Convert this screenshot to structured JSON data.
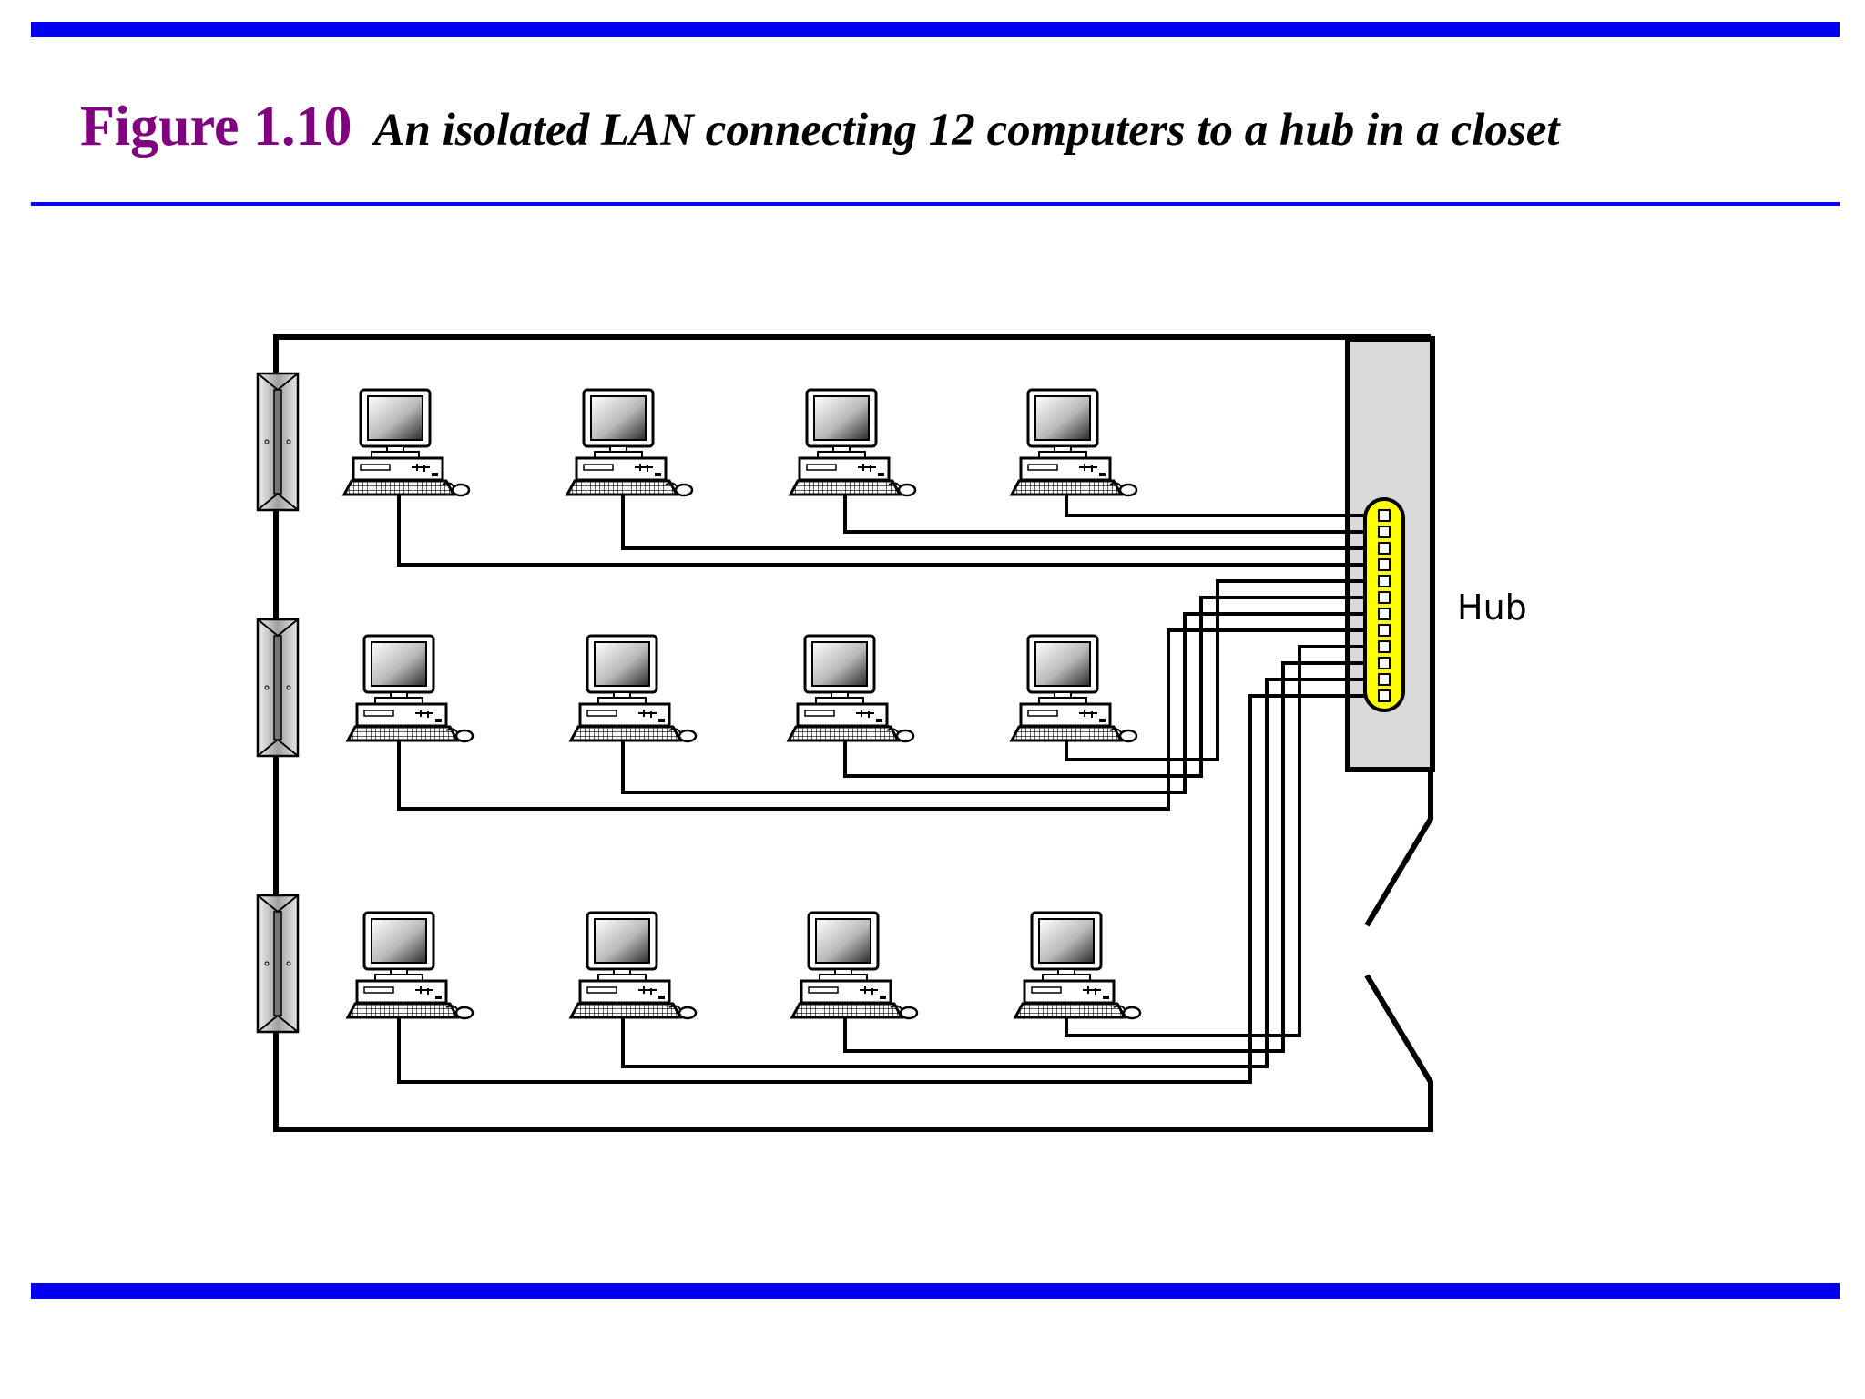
{
  "figure": {
    "number": "Figure 1.10",
    "caption": "An isolated LAN connecting 12 computers to a hub in a closet"
  },
  "diagram": {
    "hub_label": "Hub",
    "computer_rows": 3,
    "computers_per_row": 4,
    "colors": {
      "rules": "#0000ee",
      "figure_number": "#800080",
      "hub_port_fill": "#ffff00",
      "closet_fill": "#d9d9d9"
    }
  }
}
